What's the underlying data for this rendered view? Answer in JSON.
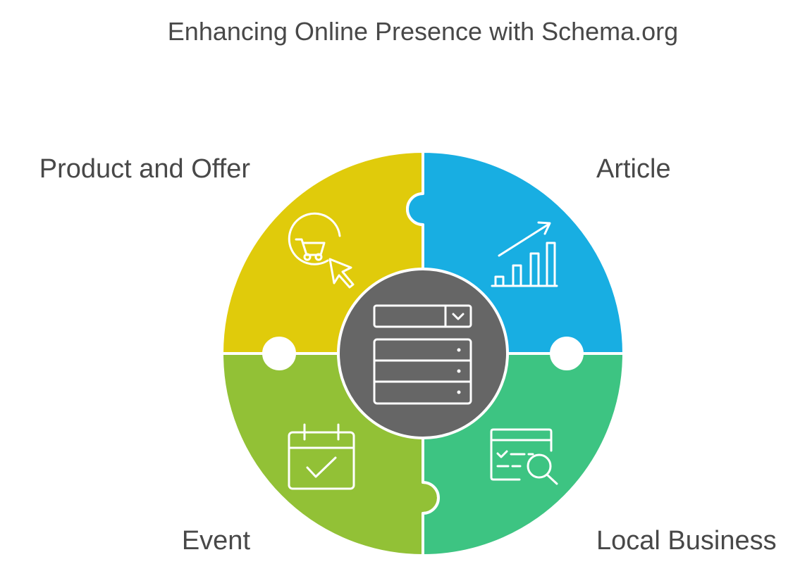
{
  "title": "Enhancing Online Presence with Schema.org",
  "center": {
    "icon": "database-form-icon",
    "color": "#666666"
  },
  "segments": [
    {
      "id": "product-offer",
      "label": "Product and Offer",
      "icon": "shopping-cart-cursor-icon",
      "color": "#E0CB0B",
      "position": "top-left"
    },
    {
      "id": "article",
      "label": "Article",
      "icon": "growth-bar-chart-icon",
      "color": "#18AEE2",
      "position": "top-right"
    },
    {
      "id": "event",
      "label": "Event",
      "icon": "calendar-check-icon",
      "color": "#92C136",
      "position": "bottom-left"
    },
    {
      "id": "local-business",
      "label": "Local Business",
      "icon": "search-listing-icon",
      "color": "#3DC482",
      "position": "bottom-right"
    }
  ]
}
